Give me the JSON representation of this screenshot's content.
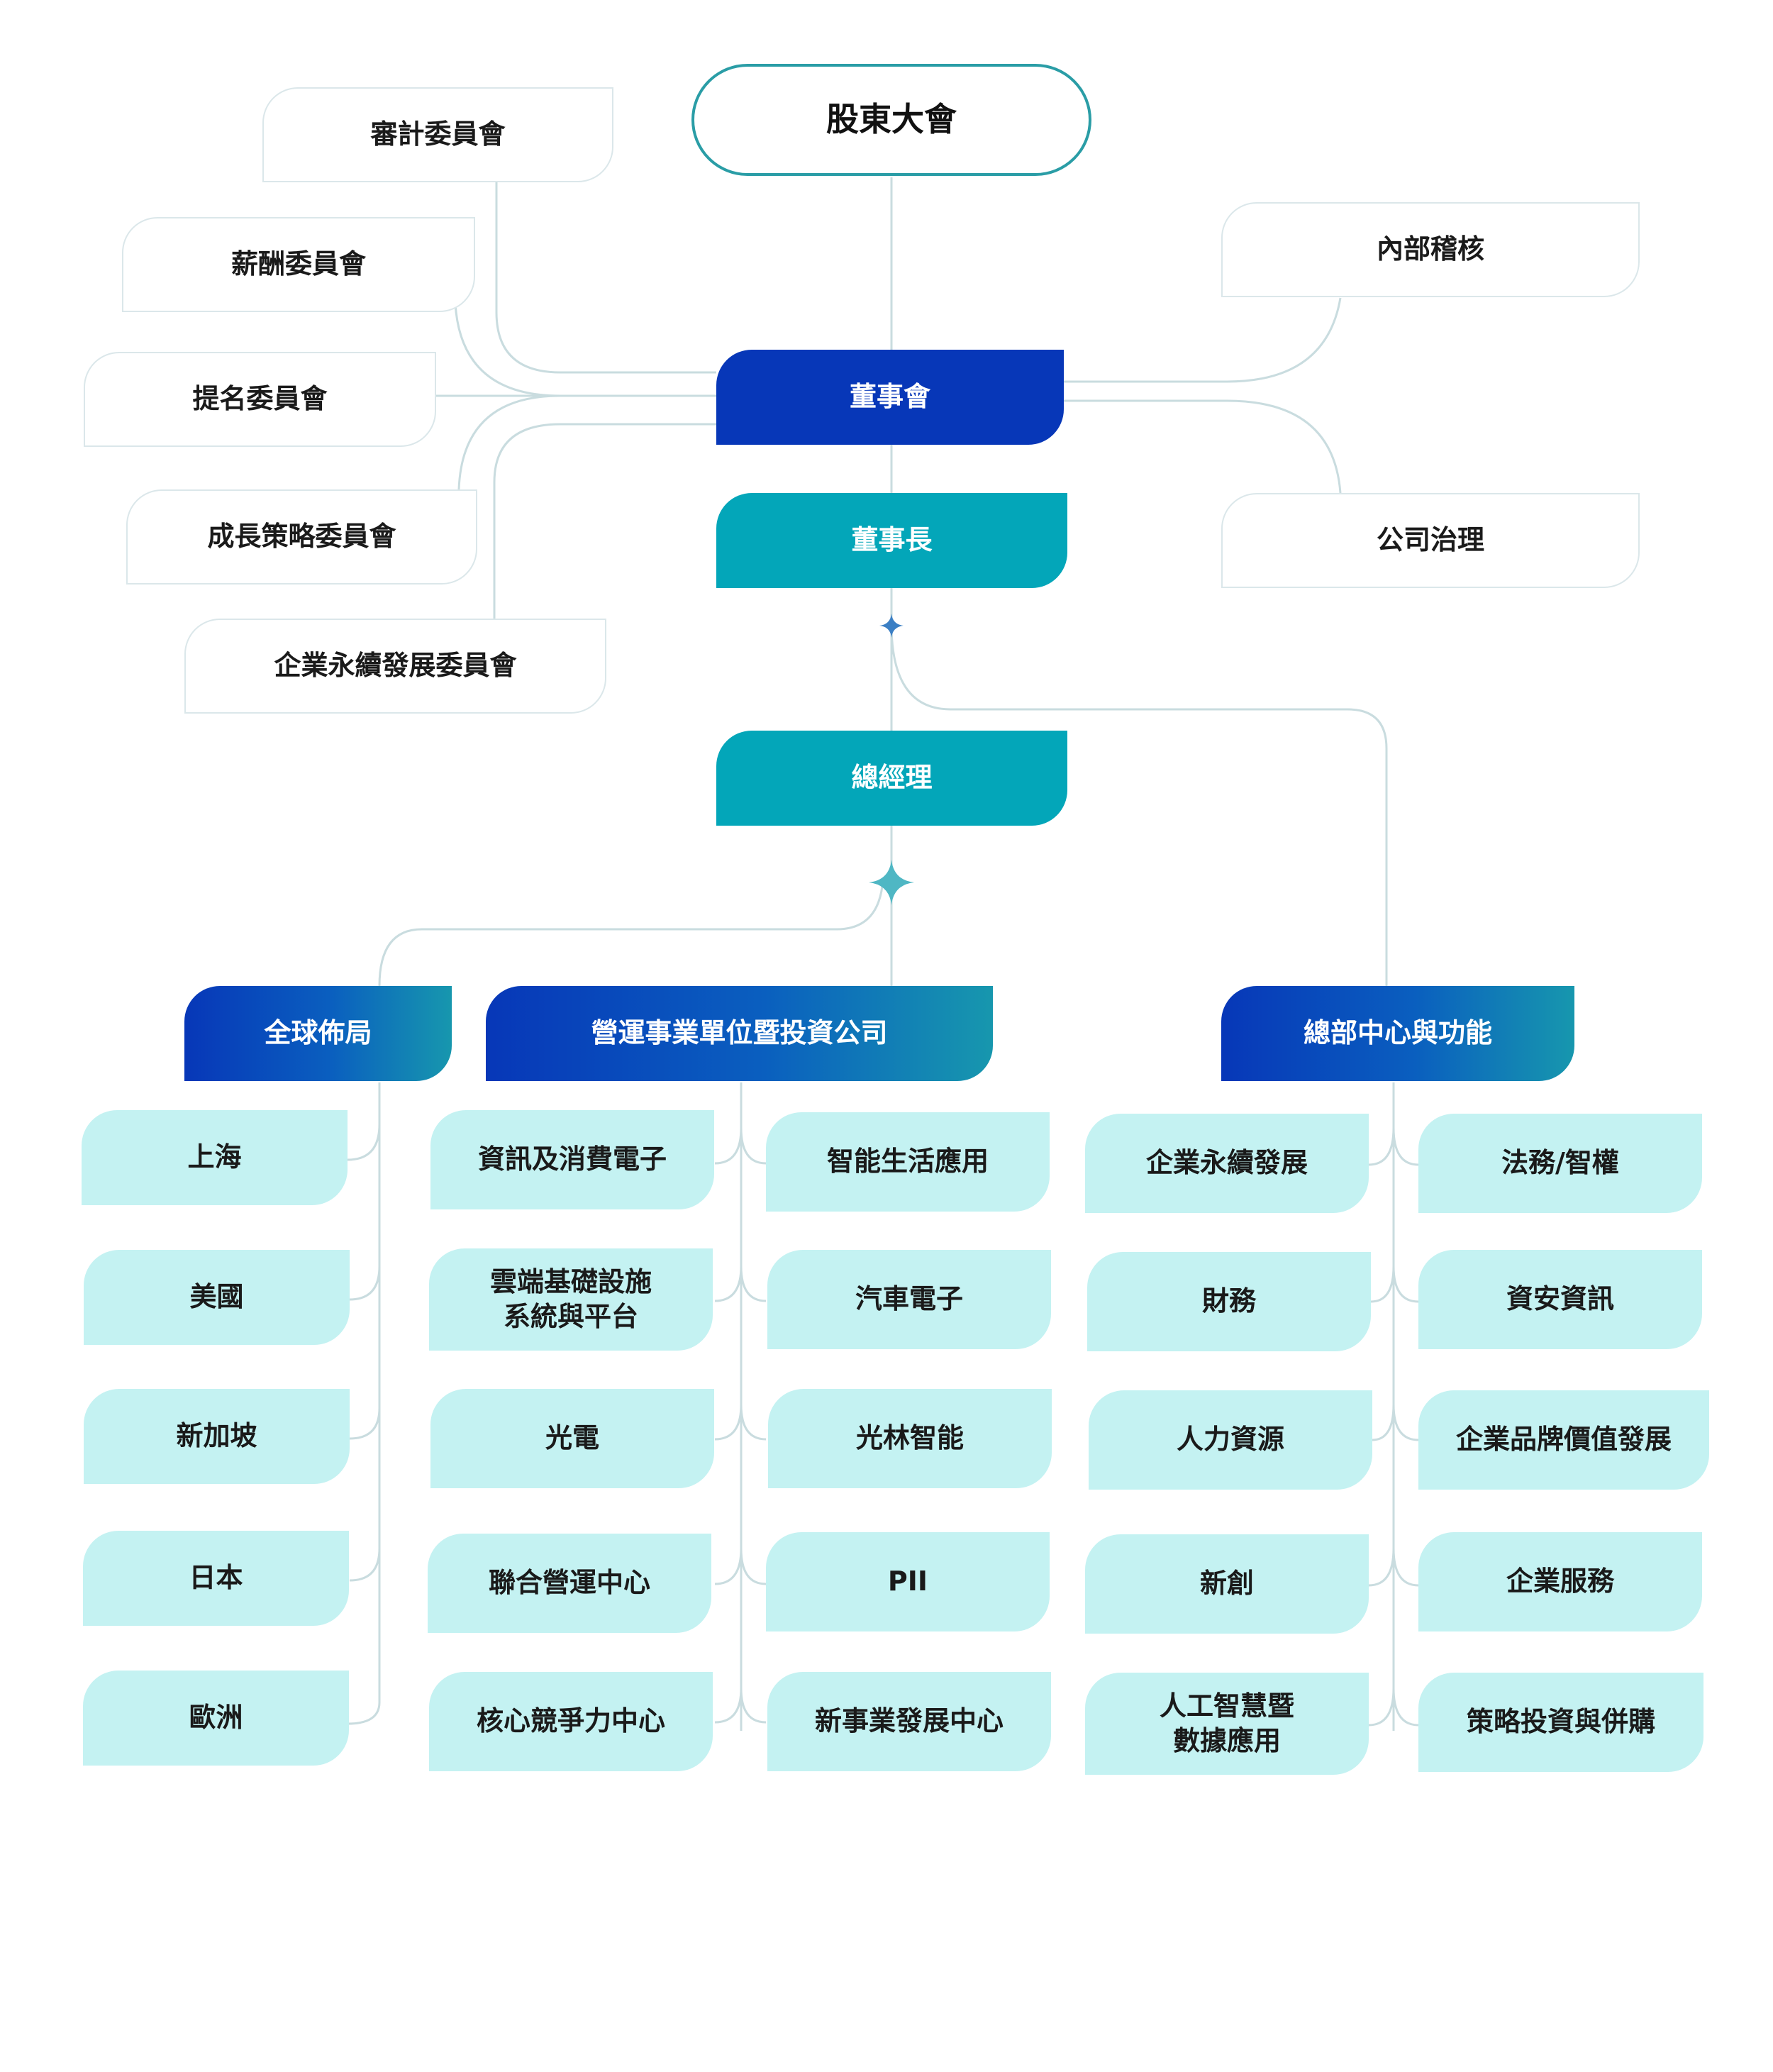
{
  "root": "股東大會",
  "board": "董事會",
  "chairman": "董事長",
  "president": "總經理",
  "committees": [
    "審計委員會",
    "薪酬委員會",
    "提名委員會",
    "成長策略委員會",
    "企業永續發展委員會"
  ],
  "internal_audit": "內部稽核",
  "corporate_governance": "公司治理",
  "groups": {
    "global": {
      "title": "全球佈局",
      "items": [
        "上海",
        "美國",
        "新加坡",
        "日本",
        "歐洲"
      ]
    },
    "operations": {
      "title": "營運事業單位暨投資公司",
      "left": [
        "資訊及消費電子",
        "雲端基礎設施\n系統與平台",
        "光電",
        "聯合營運中心",
        "核心競爭力中心"
      ],
      "right": [
        "智能生活應用",
        "汽車電子",
        "光林智能",
        "PII",
        "新事業發展中心"
      ]
    },
    "hq": {
      "title": "總部中心與功能",
      "left": [
        "企業永續發展",
        "財務",
        "人力資源",
        "新創",
        "人工智慧暨\n數據應用"
      ],
      "right": [
        "法務/智權",
        "資安資訊",
        "企業品牌價值發展",
        "企業服務",
        "策略投資與併購"
      ]
    },
    "colors": {
      "navy": "#0737b8",
      "teal": "#03a6b9",
      "leaf": "#c4f2f2",
      "line": "#c9dcdf"
    }
  }
}
